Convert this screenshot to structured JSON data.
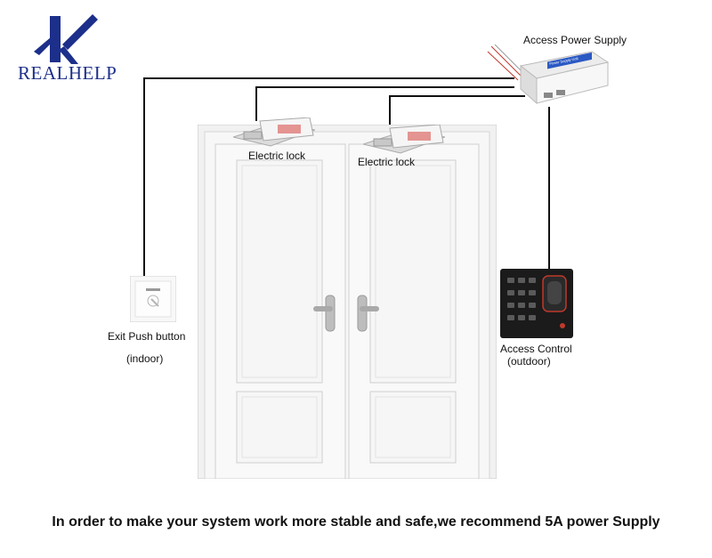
{
  "logo": {
    "text": "REALHELP",
    "initial": "K"
  },
  "labels": {
    "power_supply": "Access Power Supply",
    "lock_left": "Electric lock",
    "lock_right": "Electric lock",
    "exit_button": "Exit Push button",
    "exit_button_note": "(indoor)",
    "access_control": "Access Control",
    "access_control_note": "(outdoor)"
  },
  "power_supply_box_text": "Power Supply Unit",
  "footer_text": "In order to make your system work more stable and safe,we recommend 5A power Supply",
  "colors": {
    "wire": "#111111",
    "door": "#f4f4f4",
    "logo_blue": "#1c2f8a",
    "keypad": "#1b1b1b"
  }
}
